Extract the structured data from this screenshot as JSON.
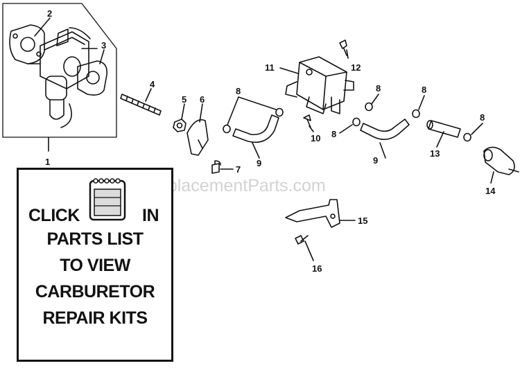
{
  "watermark": "eReplacementParts.com",
  "callouts": [
    {
      "id": "c1",
      "label": "1"
    },
    {
      "id": "c2",
      "label": "2"
    },
    {
      "id": "c3",
      "label": "3"
    },
    {
      "id": "c4",
      "label": "4"
    },
    {
      "id": "c5",
      "label": "5"
    },
    {
      "id": "c6",
      "label": "6"
    },
    {
      "id": "c7",
      "label": "7"
    },
    {
      "id": "c8",
      "label": "8"
    },
    {
      "id": "c9",
      "label": "9"
    },
    {
      "id": "c10",
      "label": "10"
    },
    {
      "id": "c11",
      "label": "11"
    },
    {
      "id": "c12",
      "label": "12"
    },
    {
      "id": "c13",
      "label": "13"
    },
    {
      "id": "c14",
      "label": "14"
    },
    {
      "id": "c15",
      "label": "15"
    },
    {
      "id": "c16",
      "label": "16"
    }
  ],
  "info_box": {
    "click_word": "CLICK",
    "in_word": "IN",
    "line2": "PARTS LIST",
    "line3": "TO VIEW",
    "line4": "CARBURETOR",
    "line5": "REPAIR KITS",
    "icon": "notepad-icon"
  }
}
